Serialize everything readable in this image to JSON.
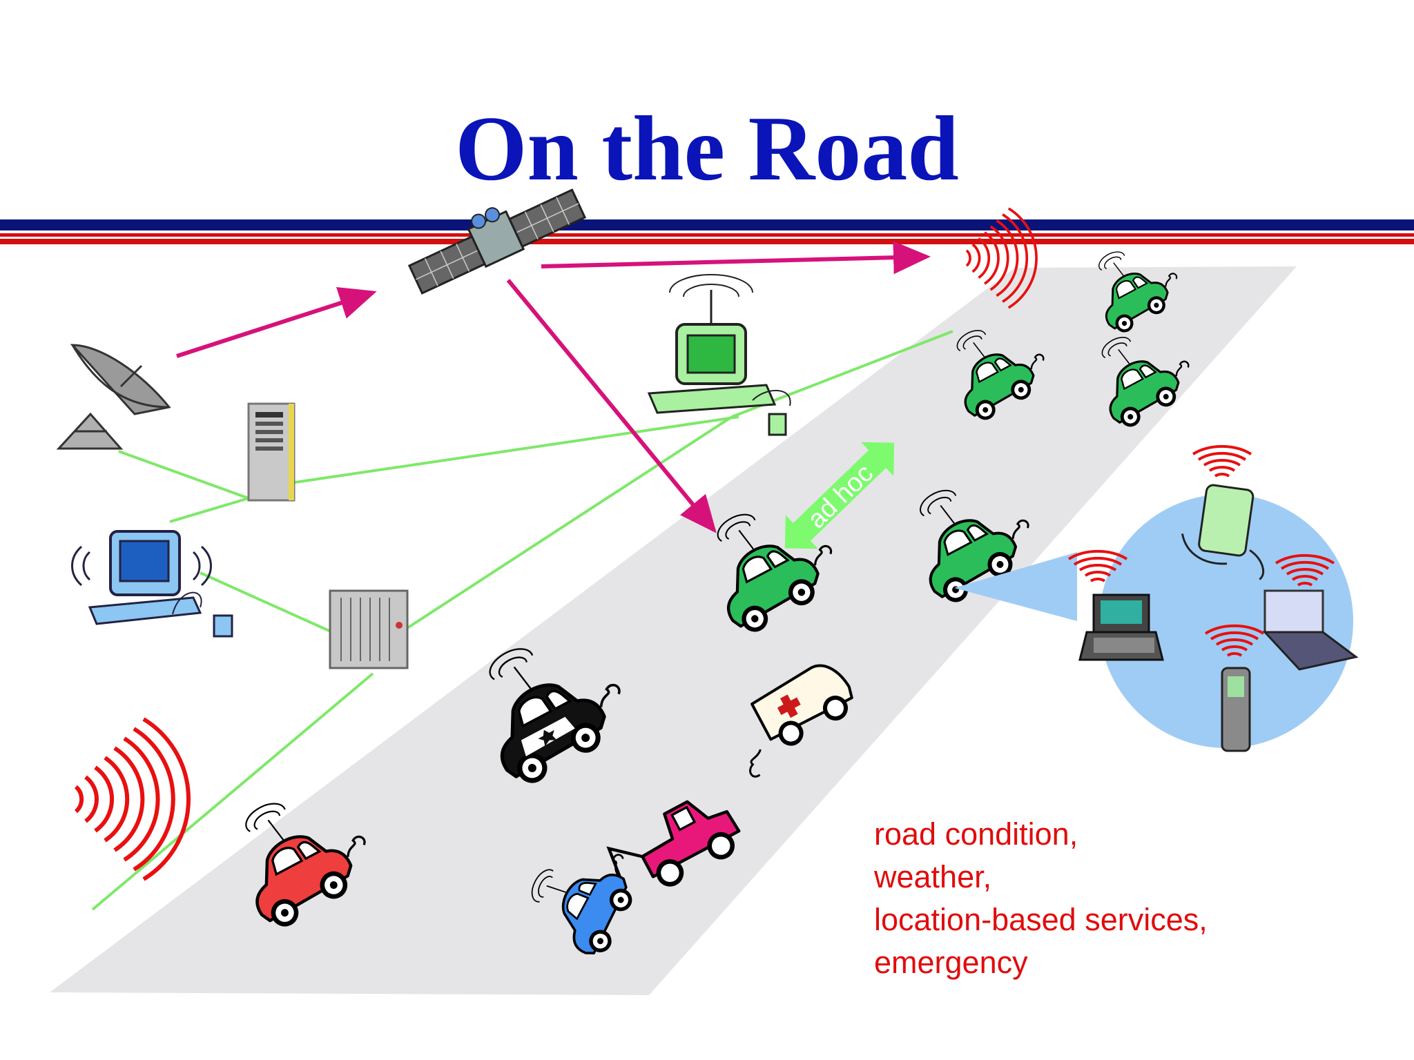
{
  "title": "On the Road",
  "adhoc_label": "ad hoc",
  "info_lines": [
    "road condition,",
    "weather,",
    "location-based services,",
    "emergency"
  ],
  "colors": {
    "title": "#0a14b8",
    "stripe_blue": "#0a1478",
    "stripe_red": "#d40f0f",
    "road": "#e5e5e7",
    "green_link": "#7fe86a",
    "magenta_arrow": "#d6127a",
    "signal_red": "#e81010",
    "adhoc_arrow": "#7dfa6e",
    "info_text": "#e10c0c",
    "device_circle": "#9fccf5"
  },
  "icons": [
    "satellite-dish-icon",
    "satellite-icon",
    "server-tower-icon",
    "desktop-computer-icon",
    "server-rack-icon",
    "terminal-computer-icon",
    "signal-waves-icon",
    "green-car-icon",
    "red-car-icon",
    "police-car-icon",
    "ambulance-icon",
    "tow-truck-icon",
    "blue-car-icon",
    "laptop-icon",
    "pda-icon",
    "notebook-icon",
    "mobile-phone-icon"
  ]
}
